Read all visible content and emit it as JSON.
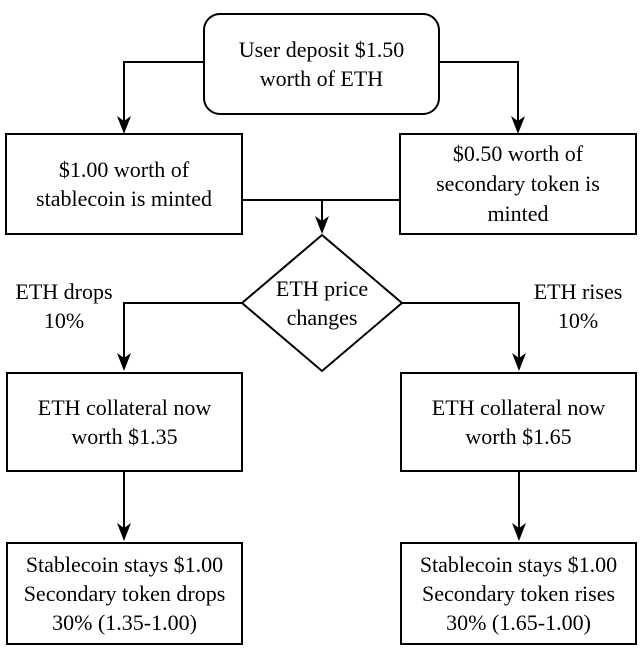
{
  "diagram": {
    "type": "flowchart",
    "colors": {
      "line": "#000000",
      "background": "#ffffff",
      "text": "#000000"
    },
    "nodes": {
      "deposit": "User deposit $1.50\nworth of ETH",
      "stablecoin_minted": "$1.00 worth of\nstablecoin is minted",
      "secondary_minted": "$0.50 worth of\nsecondary token is\nminted",
      "decision": "ETH price\nchanges",
      "collateral_drop": "ETH collateral now\nworth $1.35",
      "collateral_rise": "ETH collateral now\nworth $1.65",
      "outcome_drop": "Stablecoin stays $1.00\nSecondary token drops\n30% (1.35-1.00)",
      "outcome_rise": "Stablecoin stays $1.00\nSecondary token rises\n30% (1.65-1.00)"
    },
    "edge_labels": {
      "eth_drops": "ETH drops\n10%",
      "eth_rises": "ETH rises\n10%"
    }
  }
}
